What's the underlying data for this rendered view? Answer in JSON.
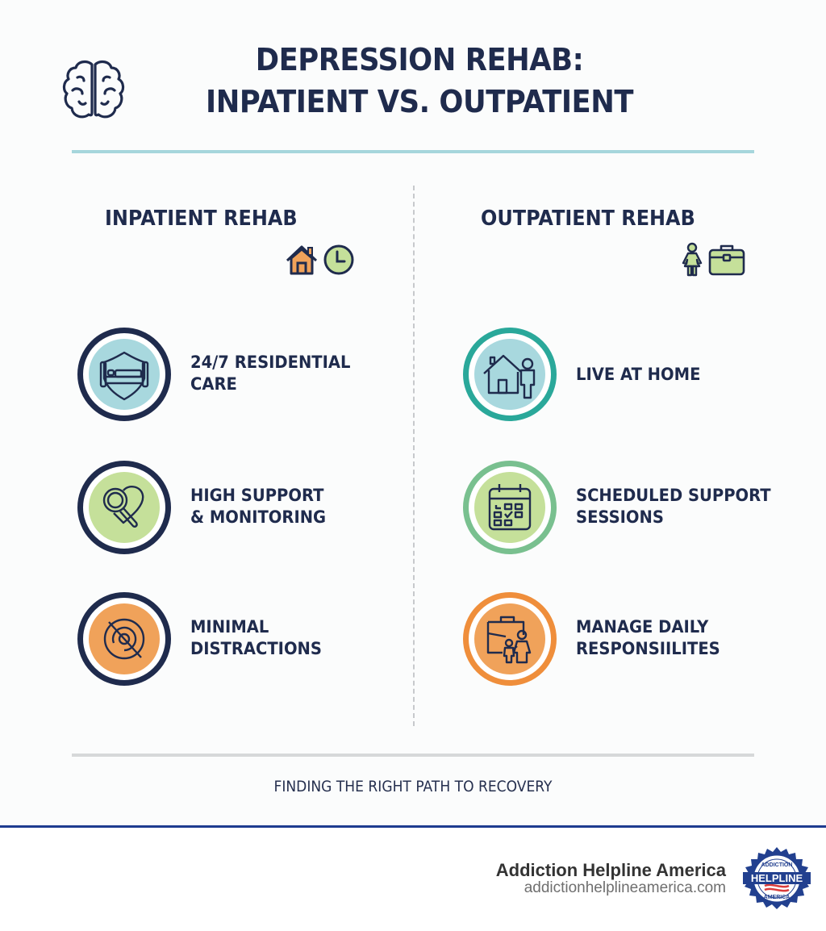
{
  "header": {
    "title_line1": "DEPRESSION REHAB:",
    "title_line2": "INPATIENT VS. OUTPATIENT",
    "icon": "brain-icon"
  },
  "colors": {
    "navy": "#1f2b4d",
    "teal_rule": "#a6d6dc",
    "light_teal": "#a8d8de",
    "light_green": "#c5e09a",
    "orange": "#f0a25a",
    "teal_ring": "#2aa89a",
    "green_ring": "#79c08f",
    "orange_ring": "#ef8e3b",
    "footer_blue": "#1e3b8f"
  },
  "inpatient": {
    "title": "INPATIENT REHAB",
    "mini_icons": [
      "house-icon",
      "clock-icon"
    ],
    "items": [
      {
        "label": "24/7 RESIDENTIAL\nCARE",
        "icon": "bed-shield-icon"
      },
      {
        "label": "HIGH SUPPORT\n& MONITORING",
        "icon": "magnifier-heart-icon"
      },
      {
        "label": "MINIMAL\nDISTRACTIONS",
        "icon": "no-target-icon"
      }
    ]
  },
  "outpatient": {
    "title": "OUTPATIENT REHAB",
    "mini_icons": [
      "person-icon",
      "briefcase-icon"
    ],
    "items": [
      {
        "label": "LIVE AT HOME",
        "icon": "house-person-icon"
      },
      {
        "label": "SCHEDULED SUPPORT\nSESSIONS",
        "icon": "calendar-icon"
      },
      {
        "label": "MANAGE DAILY\nRESPONSIILITES",
        "icon": "briefcase-family-icon"
      }
    ]
  },
  "tagline": "FINDING THE RIGHT PATH TO RECOVERY",
  "footer": {
    "brand_name": "Addiction Helpline America",
    "brand_url": "addictionhelplineamerica.com",
    "seal_top": "ADDICTION",
    "seal_middle": "HELPLINE",
    "seal_bottom": "AMERICA"
  }
}
